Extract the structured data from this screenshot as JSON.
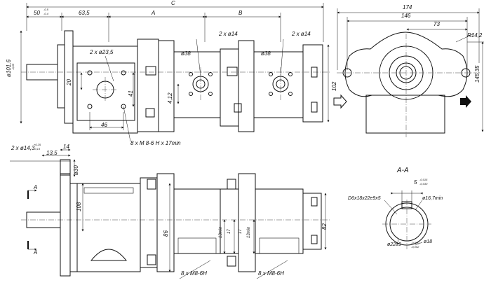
{
  "dims_top": {
    "C": "C",
    "d50": "50",
    "d50_tol_up": "-0,5",
    "d50_tol_lo": "-0,4",
    "d63_5": "63,5",
    "A": "A",
    "B": "B",
    "holes_23_5": "2 x ø23,5",
    "holes_14_a": "2 x ø14",
    "holes_14_b": "2 x ø14",
    "d38_a": "ø38",
    "d38_b": "ø38",
    "d101_6": "ø101,6",
    "d101_6_tol": "-0,05",
    "d20": "20",
    "d46": "46",
    "d41": "41",
    "d4_12": "4,12",
    "d102": "102",
    "thread_note": "8 x M 8-6 H x 17min"
  },
  "dims_side": {
    "d174": "174",
    "d146": "146",
    "d73": "73",
    "r14_2": "R14,2",
    "d145_35": "145,35"
  },
  "dims_front": {
    "holes_14_3": "2 x ø14,3",
    "holes_tol_up": "+0,25",
    "holes_tol_lo": "-0,13",
    "d14": "14",
    "d13_5": "13,5",
    "d30": "ø30",
    "section_A_top": "A",
    "section_A_bot": "A",
    "d108": "108",
    "d86": "86",
    "d13min_a": "13min",
    "d17_a": "17",
    "d17_b": "17",
    "d13min_b": "13min",
    "d82": "82",
    "thread_a": "8 x M8-6H",
    "thread_b": "8 x M8-6H"
  },
  "section": {
    "title": "A-A",
    "key_width": "5",
    "key_tol_up": "-0,015",
    "key_tol_lo": "-0,030",
    "spline": "D6x18x22e9x5",
    "d16_7": "ø16,7min",
    "d22": "ø22e9",
    "d22_tol_up": "-0,040",
    "d22_tol_lo": "-0,092",
    "d18": "ø18"
  }
}
